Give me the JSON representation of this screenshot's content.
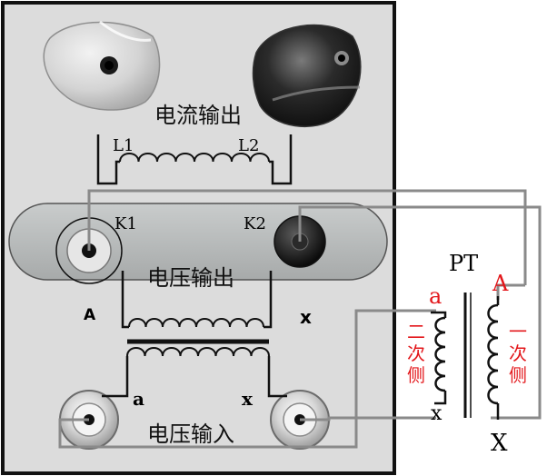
{
  "panel": {
    "current_output_label": "电流输出",
    "voltage_output_label": "电压输出",
    "voltage_input_label": "电压输入",
    "terminal_l1": "L1",
    "terminal_l2": "L2",
    "terminal_k1": "K1",
    "terminal_k2": "K2",
    "terminal_A": "A",
    "terminal_x_upper": "x",
    "terminal_a": "a",
    "terminal_x_lower": "x"
  },
  "pt": {
    "title": "PT",
    "primary_top": "A",
    "primary_bottom": "X",
    "secondary_top": "a",
    "secondary_bottom": "x",
    "secondary_side_label": [
      "二",
      "次",
      "侧"
    ],
    "primary_side_label": [
      "一",
      "次",
      "侧"
    ]
  },
  "colors": {
    "panel_bg": "#dcdcdc",
    "panel_border": "#111111",
    "oval_fill": "#b9bcbc",
    "wire_gray": "#8a8a8a",
    "coil": "#000000",
    "accent_red": "#e3171b"
  },
  "icons": {
    "current_terminal_left": "light-terminal-knob-icon",
    "current_terminal_right": "dark-terminal-knob-icon",
    "binding_post_k1": "binding-post-icon",
    "binding_post_k2": "binding-post-icon",
    "input_jack_a": "input-jack-icon",
    "input_jack_x": "input-jack-icon"
  }
}
